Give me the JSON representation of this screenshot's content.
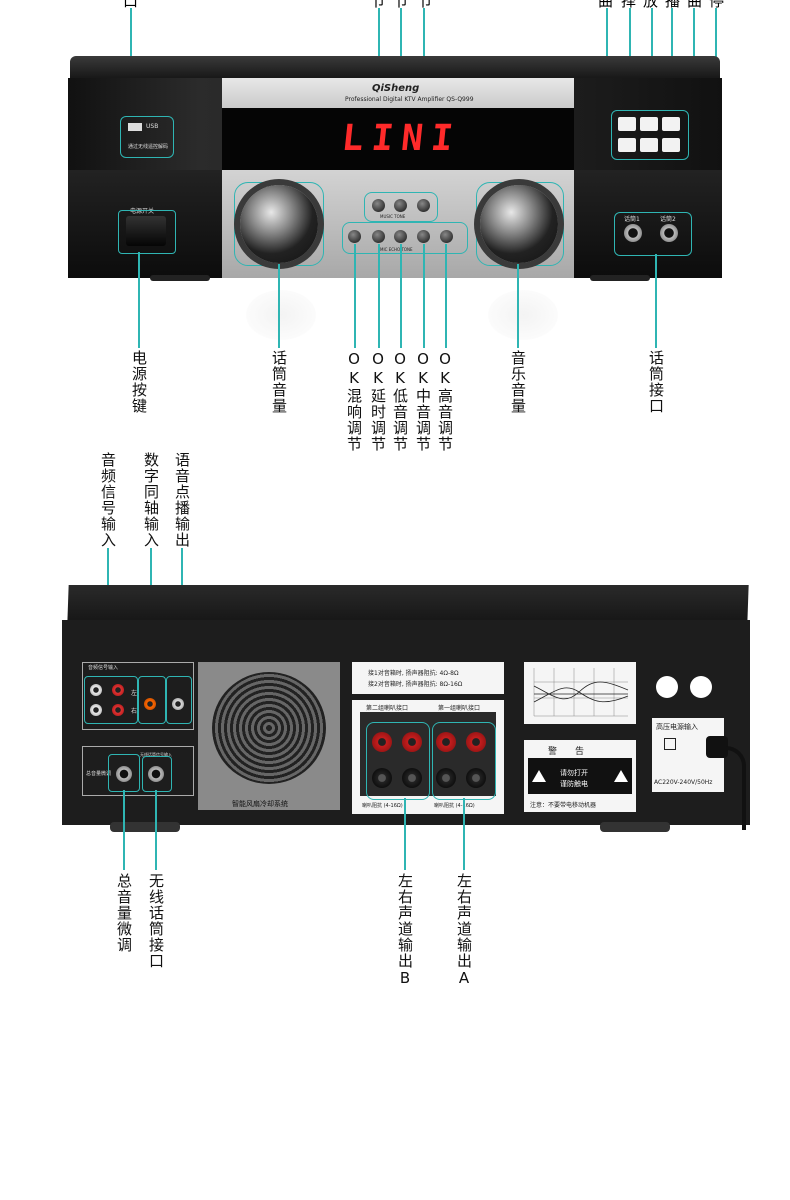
{
  "top_labels": {
    "cut_1": "口",
    "cut_2": "节",
    "cut_3": "节",
    "cut_4": "节",
    "cut_5": "曲",
    "cut_6": "择",
    "cut_7": "放",
    "cut_8": "播",
    "cut_9": "曲",
    "cut_10": "停"
  },
  "front_panel": {
    "brand": "QiSheng",
    "subtitle": "Professional Digital KTV Amplifier  QS-Q999",
    "display_text": "LINI",
    "usb_label": "USB",
    "usb_caption": "通过无线遥控解码",
    "power_label": "电源开关",
    "mic_volume_caption": "话筒音量",
    "music_volume_caption": "音乐音量",
    "mic_port_1": "话筒1",
    "mic_port_2": "话筒2",
    "music_tone": "MUSIC TONE",
    "mic_echo_tone": "MIC ECHO TONE"
  },
  "front_labels": {
    "power_button": "电源按键",
    "mic_volume": "话筒音量",
    "ok_reverb": "OK混响调节",
    "ok_delay": "OK延时调节",
    "ok_bass": "OK低音调节",
    "ok_mid": "OK中音调节",
    "ok_treble": "OK高音调节",
    "music_volume": "音乐音量",
    "mic_jack": "话筒接口"
  },
  "rear_top_labels": {
    "audio_input": "音频信号输入",
    "coax_input": "数字同轴输入",
    "voice_output": "语音点播输出"
  },
  "rear_panel": {
    "audio_input_title": "音频信号输入",
    "fan_caption": "智能风扇冷却系统",
    "impedance_line1": "接1对音箱时, 扬声器阻抗: 4Ω-8Ω",
    "impedance_line2": "接2对音箱时, 扬声器阻抗: 8Ω-16Ω",
    "speaker_group_2": "第二组喇叭接口",
    "speaker_group_1": "第一组喇叭接口",
    "impedance_b": "喇叭阻抗 (4-16Ω)",
    "impedance_a": "喇叭阻抗 (4-16Ω)",
    "warning_title": "警　　告",
    "warning_line1": "请勿打开",
    "warning_line2": "谨防触电",
    "warning_note": "注意：不要带电移动机器",
    "power_input": "高压电源输入",
    "power_spec": "AC220V-240V/50Hz",
    "master_volume_panel": "总音量微调",
    "wireless_panel": "无线话筒信号输入",
    "left": "左",
    "right": "右"
  },
  "rear_labels": {
    "master_volume": "总音量微调",
    "wireless_mic": "无线话筒接口",
    "output_b": "左右声道输出B",
    "output_a": "左右声道输出A"
  },
  "colors": {
    "callout": "#2fb5b3",
    "display_red": "#ff2a2a"
  }
}
